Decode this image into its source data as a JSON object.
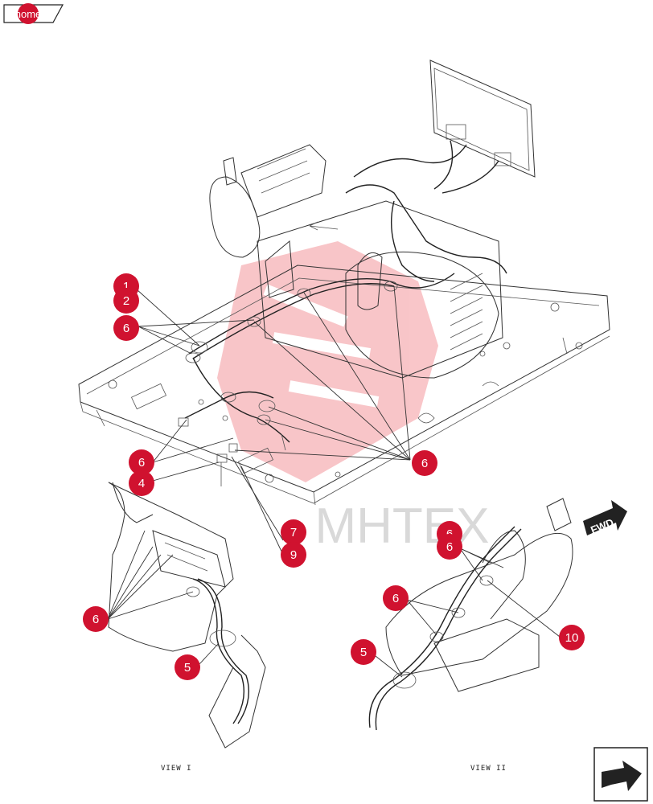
{
  "home_button": {
    "label": "home"
  },
  "watermark": {
    "text": "MHTEX"
  },
  "fwd_label": "FWD",
  "view_labels": [
    "VIEW I",
    "VIEW II"
  ],
  "callouts": [
    "1",
    "2",
    "6",
    "6",
    "4",
    "6",
    "7",
    "9",
    "6",
    "5",
    "6",
    "6",
    "6",
    "5",
    "10"
  ],
  "next_button": {
    "icon": "next-page-arrow-icon"
  },
  "colors": {
    "callout": "#d0122f",
    "watermark": "#e8323c"
  }
}
